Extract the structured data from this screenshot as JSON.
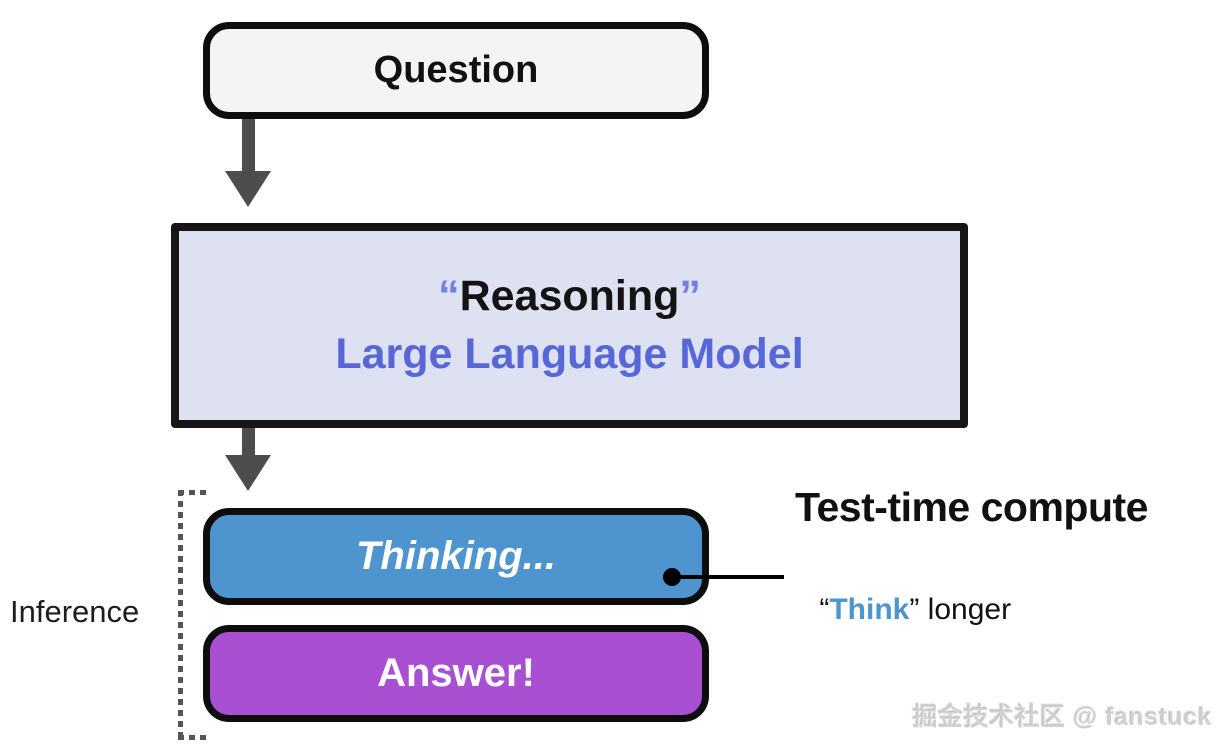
{
  "diagram": {
    "nodes": {
      "question": {
        "label": "Question",
        "fill": "#f4f4f3",
        "border": "#0d0d0d"
      },
      "llm": {
        "quote_open": "“",
        "title": "Reasoning",
        "quote_close": "”",
        "subtitle": "Large Language Model",
        "fill": "#dee1f2",
        "title_color": "#131313",
        "subtitle_color": "#5767d8",
        "quote_color": "#7181e3"
      },
      "thinking": {
        "label": "Thinking...",
        "fill": "#4e94ce",
        "text_color": "#ffffff"
      },
      "answer": {
        "label": "Answer!",
        "fill": "#a94fd2",
        "text_color": "#ffffff"
      }
    },
    "annotations": {
      "test_time_compute": "Test-time compute",
      "think_longer": {
        "quote_open": "“",
        "word": "Think",
        "quote_close": "”",
        "suffix": " longer",
        "word_color": "#4e94ce"
      },
      "inference": "Inference"
    },
    "watermark": "掘金技术社区 @ fanstuck",
    "colors": {
      "arrow": "#4d4d4d",
      "bracket_dotted": "#555555",
      "connector": "#000000"
    }
  }
}
